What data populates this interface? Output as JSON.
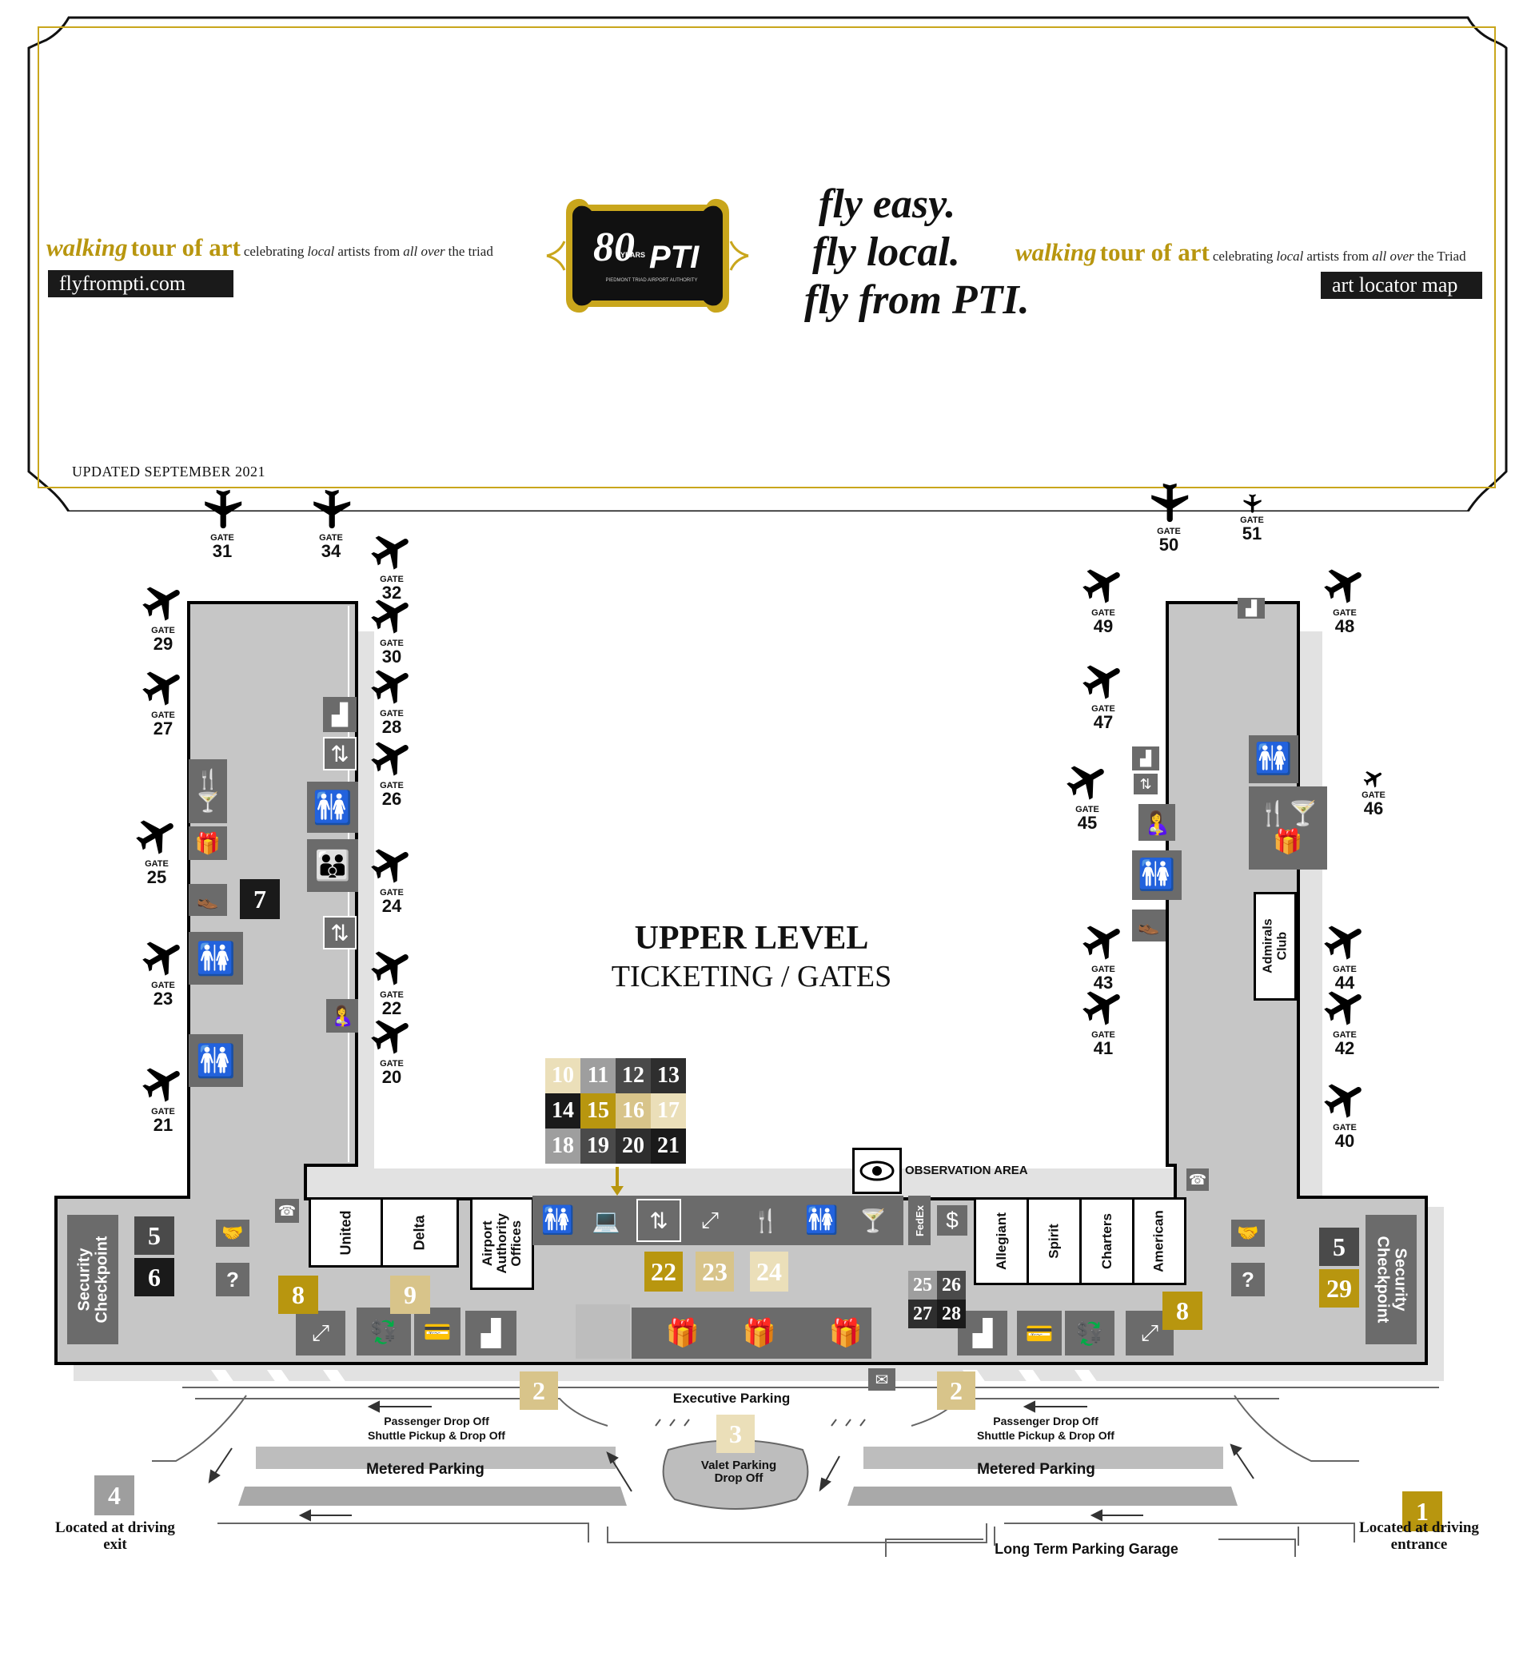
{
  "header": {
    "walk_left": {
      "em": "walking",
      "rest": "tour of art",
      "sub_pre": "celebrating",
      "sub_local": "local",
      "sub_mid": "artists from",
      "sub_all": "all over",
      "sub_end": "the triad"
    },
    "walk_right": {
      "em": "walking",
      "rest": "tour of art",
      "sub_pre": "celebrating",
      "sub_local": "local",
      "sub_mid": "artists from",
      "sub_all": "all over",
      "sub_end": "the Triad"
    },
    "site_tag": "flyfrompti.com",
    "map_tag": "art locator map",
    "updated": "UPDATED SEPTEMBER 2021",
    "logo": {
      "years_num": "80",
      "years_word": "YEARS",
      "brand": "PTI",
      "sub": "PIEDMONT TRIAD AIRPORT AUTHORITY"
    },
    "slogans": [
      "fly easy.",
      "fly local.",
      "fly from PTI."
    ]
  },
  "map": {
    "title": "UPPER LEVEL",
    "subtitle": "TICKETING / GATES",
    "gate_word": "GATE",
    "gates": {
      "g31": "31",
      "g34": "34",
      "g32": "32",
      "g29": "29",
      "g30": "30",
      "g27": "27",
      "g28": "28",
      "g26": "26",
      "g25": "25",
      "g24": "24",
      "g23": "23",
      "g22": "22",
      "g21": "21",
      "g20": "20",
      "g50": "50",
      "g51": "51",
      "g49": "49",
      "g48": "48",
      "g47": "47",
      "g46": "46",
      "g45": "45",
      "g43": "43",
      "g44": "44",
      "g41": "41",
      "g42": "42",
      "g40": "40"
    },
    "airlines": {
      "united": "United",
      "delta": "Delta",
      "allegiant": "Allegiant",
      "spirit": "Spirit",
      "charters": "Charters",
      "american": "American"
    },
    "rooms": {
      "offices": "Airport Authority Offices",
      "admirals": "Admirals Club",
      "security": "Security Checkpoint",
      "observation": "OBSERVATION AREA",
      "fedex": "FedEx"
    },
    "art_numbers": {
      "a1": "1",
      "a2a": "2",
      "a2b": "2",
      "a3": "3",
      "a4": "4",
      "a5a": "5",
      "a5b": "5",
      "a6": "6",
      "a7": "7",
      "a8a": "8",
      "a8b": "8",
      "a9": "9",
      "a10": "10",
      "a11": "11",
      "a12": "12",
      "a13": "13",
      "a14": "14",
      "a15": "15",
      "a16": "16",
      "a17": "17",
      "a18": "18",
      "a19": "19",
      "a20": "20",
      "a21": "21",
      "a22": "22",
      "a23": "23",
      "a24": "24",
      "a25": "25",
      "a26": "26",
      "a27": "27",
      "a28": "28",
      "a29": "29"
    },
    "roads": {
      "exec_parking": "Executive Parking",
      "drop_off_1": "Passenger Drop Off",
      "shuttle_1": "Shuttle Pickup & Drop Off",
      "drop_off_2": "Passenger Drop Off",
      "shuttle_2": "Shuttle Pickup & Drop Off",
      "metered_1": "Metered Parking",
      "metered_2": "Metered Parking",
      "valet": "Valet Parking Drop Off",
      "garage": "Long Term Parking Garage",
      "exit_note": "Located at driving exit",
      "entrance_note": "Located at driving entrance"
    },
    "icons": {
      "info": "?",
      "dollar": "$",
      "eye": "eye-icon",
      "restroom": "restroom-icon",
      "elevator": "elevator-icon",
      "stairs": "stairs-icon",
      "escalator": "escalator-icon",
      "dining": "dining-icon",
      "bar": "bar-icon",
      "gift": "gift-icon",
      "nursing": "nursing-icon",
      "phone": "phone-icon",
      "shoeshine": "shoeshine-icon",
      "lost_found": "handshake-icon",
      "atm": "atm-icon",
      "currency": "currency-exchange-icon",
      "workstation": "laptop-icon",
      "mail": "mail-icon"
    },
    "colors": {
      "floor": "#c8c8c8",
      "icon_bg": "#6b6b6b",
      "gold": "#b8960f",
      "gold_light": "#d8c48a",
      "cream": "#ebdfb9",
      "black": "#1a1a1a"
    }
  }
}
